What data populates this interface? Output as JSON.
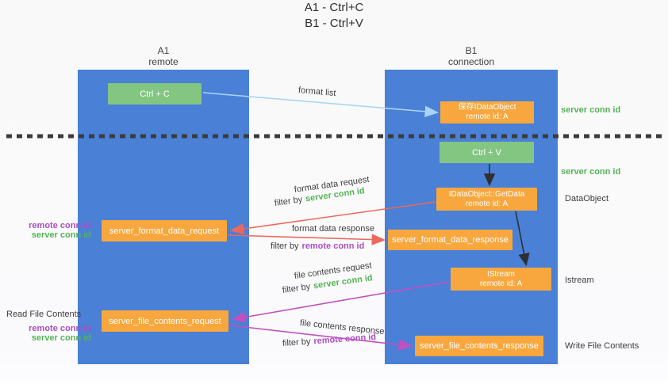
{
  "title": [
    "A1 - Ctrl+C",
    "B1 - Ctrl+V"
  ],
  "columns": {
    "left": {
      "name": "A1",
      "role": "remote"
    },
    "right": {
      "name": "B1",
      "role": "connection"
    }
  },
  "boxes": {
    "ctrl_c": {
      "label": "Ctrl + C"
    },
    "ctrl_v": {
      "label": "Ctrl + V"
    },
    "save_dataobject": {
      "line1": "保存IDataObject",
      "line2": "remote id: A"
    },
    "getdata": {
      "line1": "IDataObject::GetData",
      "line2": "remote id: A"
    },
    "istream": {
      "line1": "IStream",
      "line2": "remote id: A"
    },
    "server_format_data_request": {
      "label": "server_format_data_request"
    },
    "server_format_data_response": {
      "label": "server_format_data_response"
    },
    "server_file_contents_request": {
      "label": "server_file_contents_request"
    },
    "server_file_contents_response": {
      "label": "server_file_contents_response"
    }
  },
  "arrow_labels": {
    "format_list": "format list",
    "format_data_request": "format data request",
    "format_data_response": "format data response",
    "file_contents_request": "file contents request",
    "file_contents_response": "file contents response",
    "filter_by": "filter by",
    "server_conn_id": "server conn id",
    "remote_conn_id": "remote conn id"
  },
  "side_labels": {
    "server_conn_id": "server conn id",
    "remote_conn_id": "remote conn id",
    "dataobject": "DataObject",
    "istream": "Istream",
    "read_file_contents": "Read File Contents",
    "write_file_contents": "Write File Contents"
  },
  "colors": {
    "lifeline_blue": "#4a80d6",
    "box_green": "#82c682",
    "box_orange": "#f7a73e",
    "text_green": "#55b355",
    "text_purple": "#ab4fc4",
    "arrow_red": "#ec685c",
    "arrow_magenta": "#c44fc0",
    "arrow_lightblue": "#aad4f5",
    "arrow_black": "#2f2f2f",
    "divider_black": "#3c3c3c"
  }
}
